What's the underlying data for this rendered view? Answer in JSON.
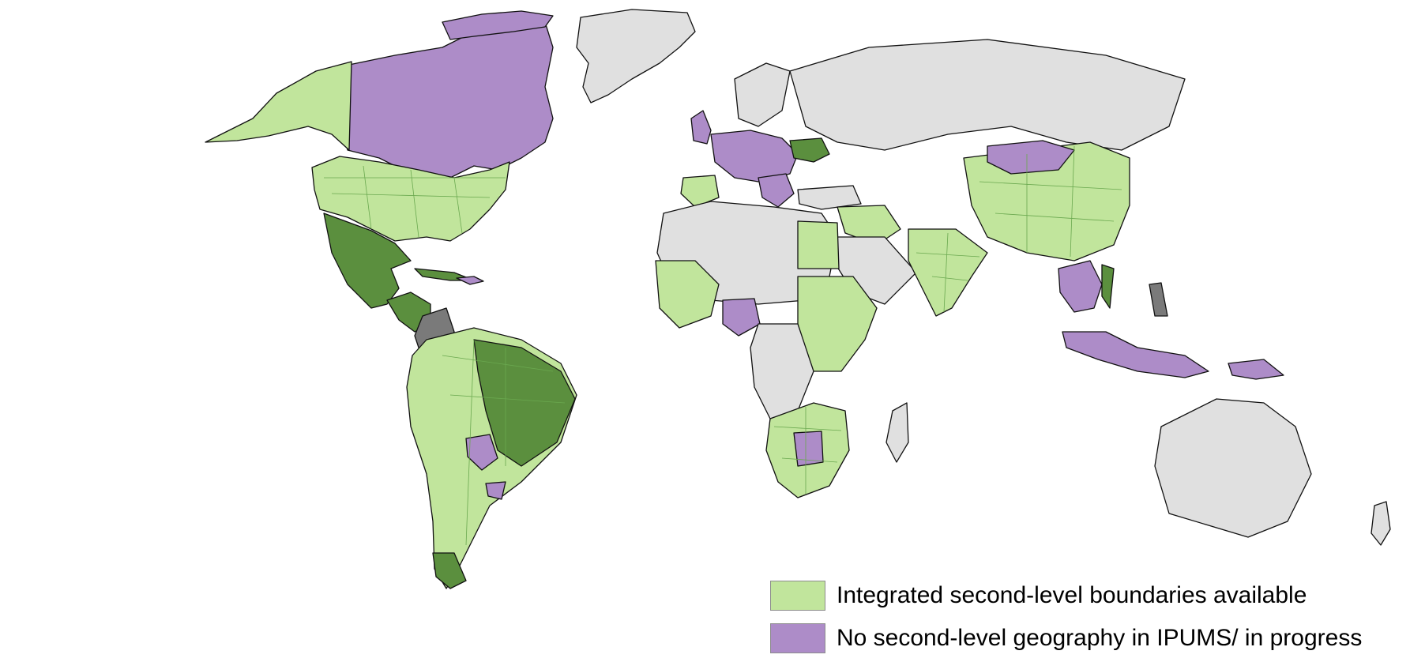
{
  "colors": {
    "available": "#c1e59c",
    "available_dark": "#5b8f3e",
    "not_available": "#ad8cc8",
    "no_data": "#e0e0e0",
    "unmapped": "#7a7a7a",
    "border": "#111111",
    "background": "#ffffff"
  },
  "legend": {
    "items": [
      {
        "label": "Integrated second-level boundaries available",
        "color_key": "available"
      },
      {
        "label": "No second-level geography in IPUMS/ in progress",
        "color_key": "not_available"
      }
    ]
  }
}
